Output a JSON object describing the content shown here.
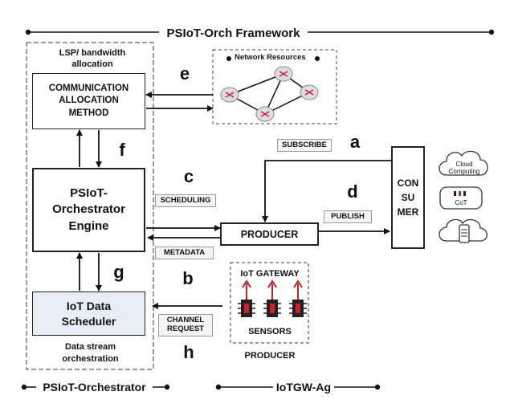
{
  "framework_title": "PSIoT-Orch Framework",
  "orchestrator": {
    "lsp_label": "LSP/ bandwidth allocation",
    "comm_method": "COMMUNICATION ALLOCATION METHOD",
    "engine": "PSIoT-Orchestrator Engine",
    "scheduler": "IoT Data Scheduler",
    "data_stream": "Data stream orchestration",
    "bottom_label": "PSIoT-Orchestrator"
  },
  "network": {
    "title": "Network Resources"
  },
  "consumer": {
    "label": "CON SU MER"
  },
  "producer": {
    "label": "PRODUCER"
  },
  "gateway": {
    "title": "IoT GATEWAY",
    "sensors": "SENSORS",
    "producer_caption": "PRODUCER",
    "bottom_label": "IoTGW-Ag"
  },
  "cloud": {
    "computing": "Cloud Computing",
    "cot": "CoT"
  },
  "message_labels": {
    "subscribe": "SUBSCRIBE",
    "scheduling": "SCHEDULING",
    "publish": "PUBLISH",
    "metadata": "METADATA",
    "channel_request": "CHANNEL REQUEST"
  },
  "step_letters": {
    "a": "a",
    "b": "b",
    "c": "c",
    "d": "d",
    "e": "e",
    "f": "f",
    "g": "g",
    "h": "h"
  }
}
